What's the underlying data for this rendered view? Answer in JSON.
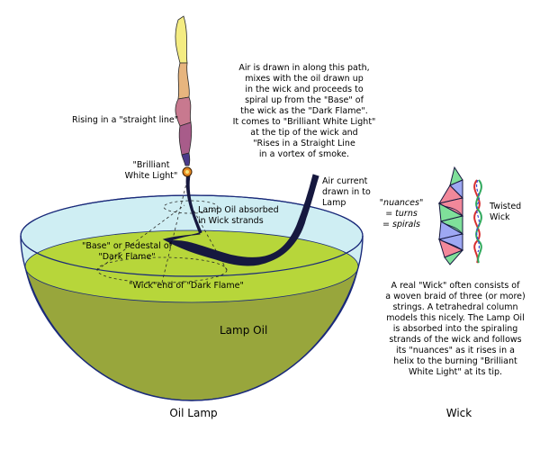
{
  "colors": {
    "oil": "#b7d63a",
    "oil_dark": "#98a63c",
    "bowl_water": "#cfeef3",
    "bowl_outline": "#1a2a7a",
    "wick_dark": "#16183f",
    "flame_dark": "#4a3a8a",
    "flame_mid": "#c8798f",
    "flame_light": "#f4ec82",
    "wick_red": "#f2889a",
    "wick_green": "#7fe09a",
    "wick_blue": "#9ea8f3"
  },
  "icons": {
    "flame": "tall-twisting-flame",
    "light": "orange-dot-brilliant-light",
    "wick": "spiral-wick-column",
    "twisted_wick": "small-twisted-wick"
  },
  "labels": {
    "air_path": "Air is drawn in along this path,\nmixes with the oil drawn up\nin the wick and proceeds to\nspiral up from the \"Base\" of\nthe wick as the \"Dark Flame\".\nIt comes to \"Brilliant White Light\"\nat the tip of the wick and\n\"Rises in a Straight Line\nin a vortex of smoke.",
    "rising": "Rising in a \"straight line\"",
    "brilliant": "\"Brilliant\nWhite Light\"",
    "air_current": "Air current\ndrawn in to\nLamp",
    "lamp_oil_absorbed": "Lamp Oil absorbed\nin Wick strands",
    "base_pedestal": "\"Base\" or Pedestal of\n\"Dark Flame\"",
    "wick_end": "\"Wick\"end of \"Dark Flame\"",
    "lamp_oil": "Lamp Oil",
    "nuances": "\"nuances\"\n= turns\n= spirals",
    "twisted_wick": "Twisted\nWick",
    "description": "A real \"Wick\" often consists of\na woven braid of three (or more)\nstrings.  A tetrahedral column\nmodels this nicely.  The Lamp Oil\nis absorbed into the spiraling\nstrands of the wick and follows\nits \"nuances\" as it rises in a\nhelix to the burning \"Brilliant\nWhite Light\" at its tip.",
    "oil_lamp_caption": "Oil Lamp",
    "wick_caption": "Wick"
  }
}
